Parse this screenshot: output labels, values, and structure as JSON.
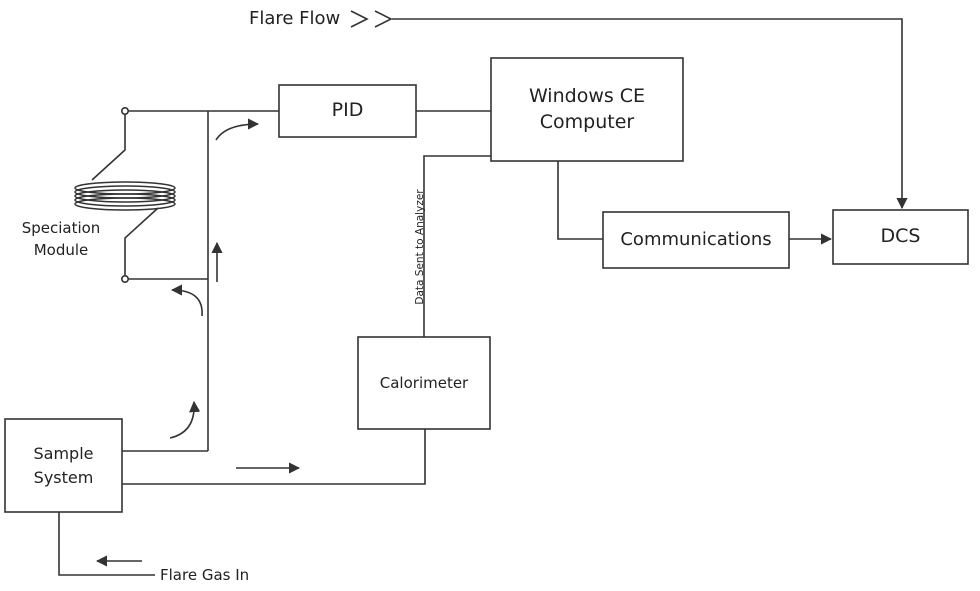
{
  "labels": {
    "flare_flow": "Flare Flow",
    "pid": "PID",
    "computer_line1": "Windows CE",
    "computer_line2": "Computer",
    "communications": "Communications",
    "dcs": "DCS",
    "calorimeter": "Calorimeter",
    "sample_line1": "Sample",
    "sample_line2": "System",
    "speciation_line1": "Speciation",
    "speciation_line2": "Module",
    "flare_gas_in": "Flare Gas In",
    "data_sent": "Data Sent to Analyzer"
  },
  "colors": {
    "line": "#333333",
    "box_border": "#333333",
    "text": "#222222",
    "background": "#ffffff"
  }
}
